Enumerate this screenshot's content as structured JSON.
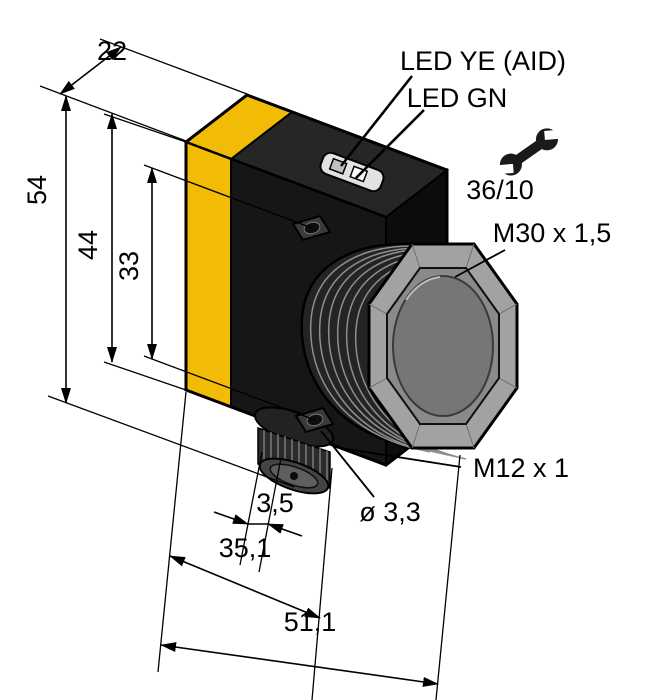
{
  "labels": {
    "led_yellow": "LED YE (AID)",
    "led_green": "LED GN",
    "wrench_size": "36/10",
    "front_thread": "M30 x 1,5",
    "connector_thread": "M12 x 1",
    "hole_diameter": "ø 3,3"
  },
  "dimensions": {
    "housing_width": "22",
    "overall_height": "54",
    "housing_height": "44",
    "hole_spacing": "33",
    "connector_offset": "3,5",
    "housing_depth": "35,1",
    "overall_depth": "51,1"
  },
  "colors": {
    "housing_yellow": "#f2bb05",
    "housing_black": "#161616",
    "lens_gray": "#8a8a8a"
  }
}
